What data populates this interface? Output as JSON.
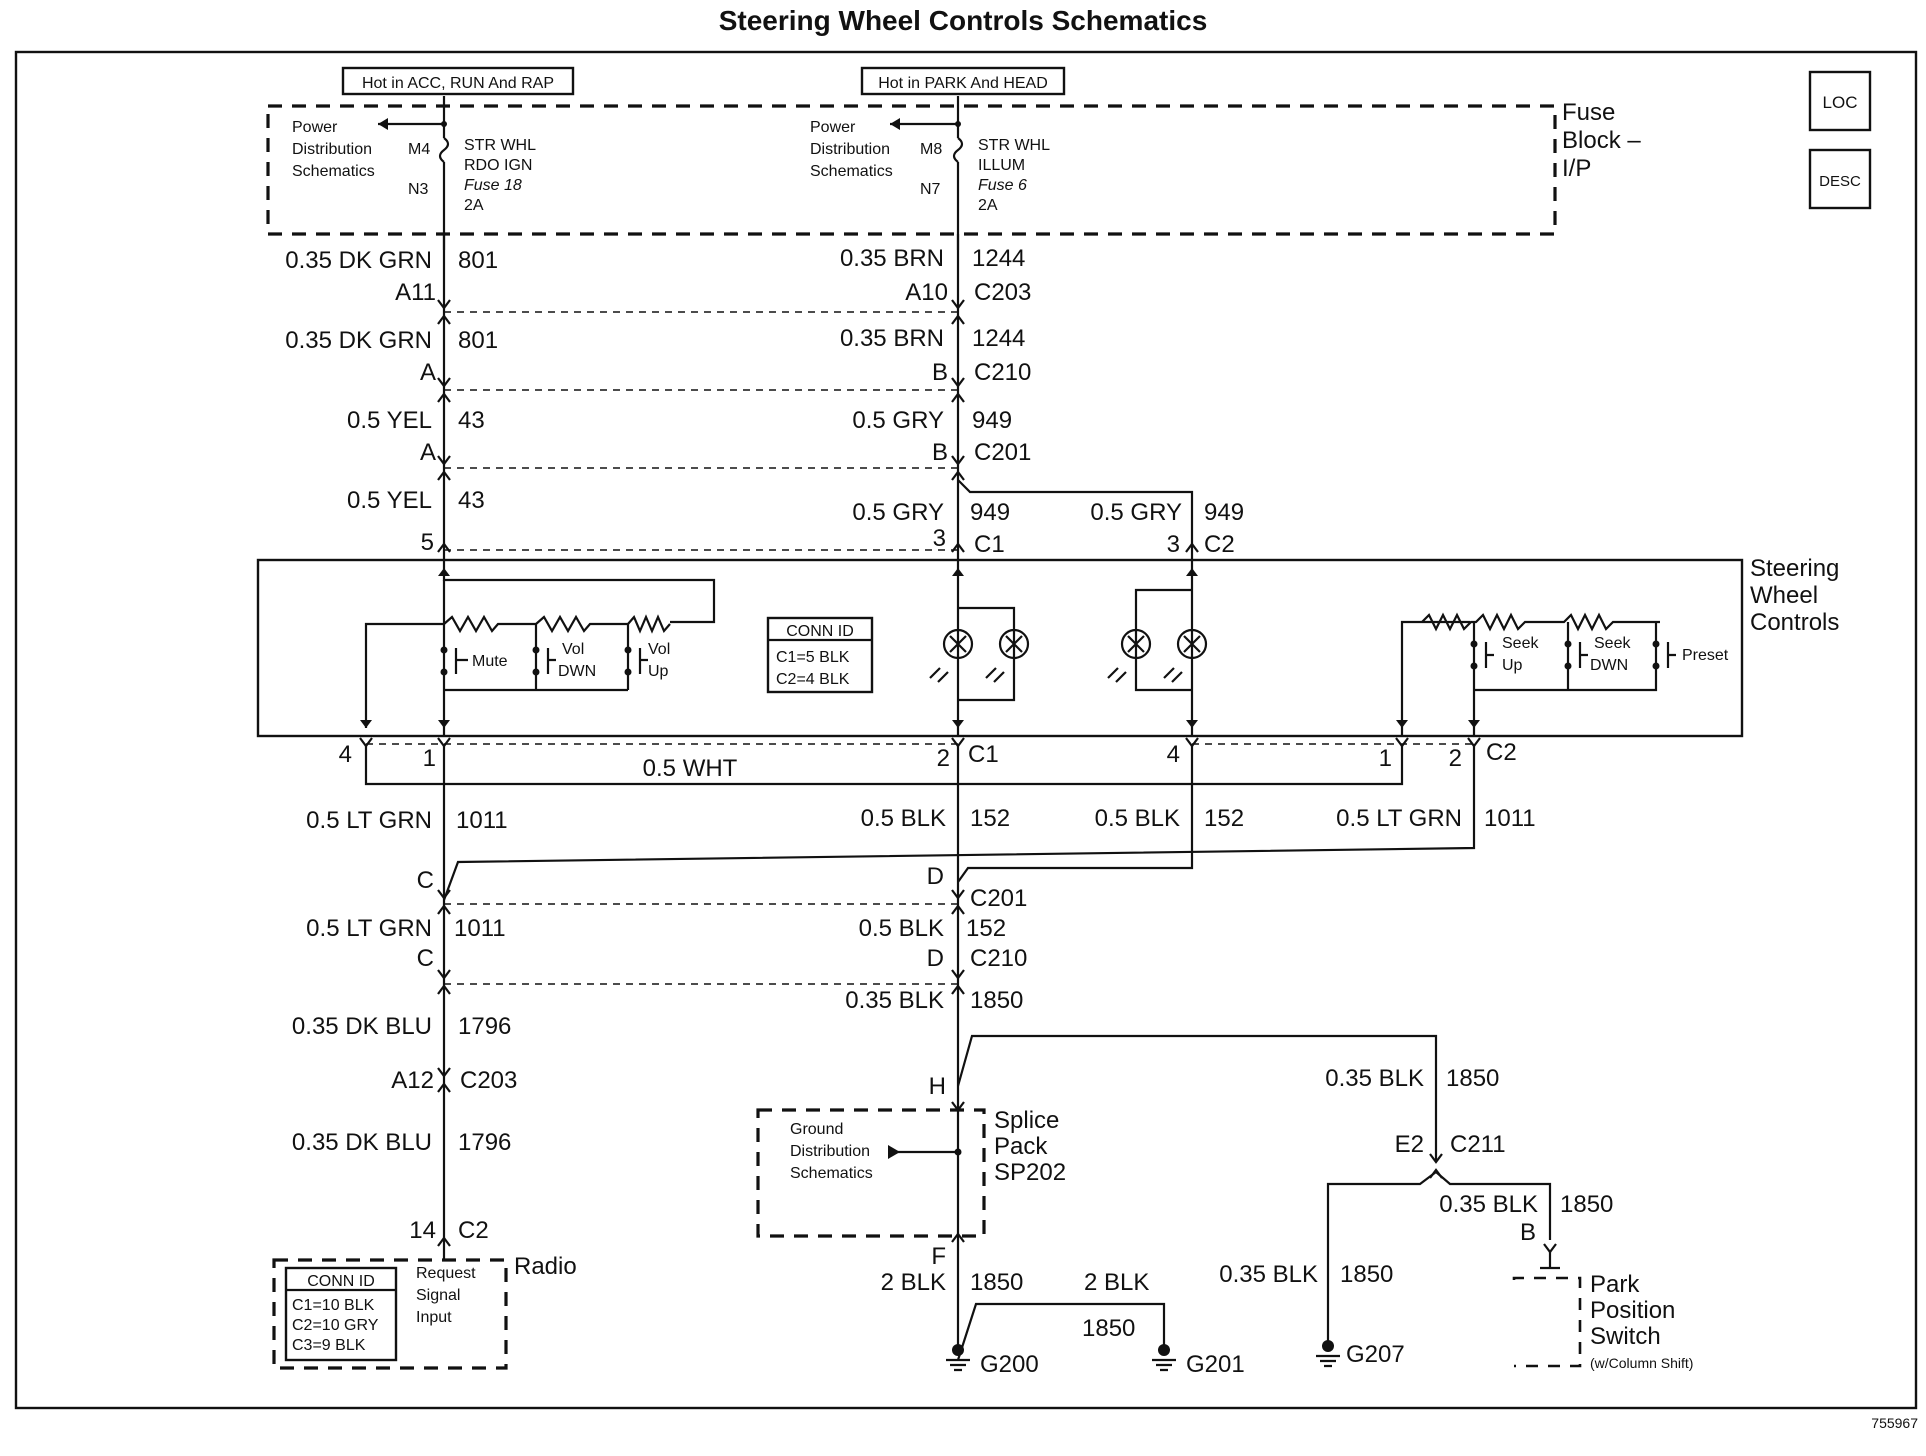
{
  "title": "Steering Wheel Controls Schematics",
  "figure_id": "755967",
  "icons": {
    "loc": "LOC",
    "desc": "DESC"
  },
  "hot_labels": {
    "left": "Hot in ACC, RUN And RAP",
    "right": "Hot in PARK And HEAD"
  },
  "fuse_block": {
    "line1": "Fuse",
    "line2": "Block –",
    "line3": "I/P",
    "left": {
      "pds1": "Power",
      "pds2": "Distribution",
      "pds3": "Schematics",
      "pin_top": "M4",
      "pin_bot": "N3",
      "n1": "STR WHL",
      "n2": "RDO IGN",
      "n3": "Fuse 18",
      "n4": "2A"
    },
    "right": {
      "pds1": "Power",
      "pds2": "Distribution",
      "pds3": "Schematics",
      "pin_top": "M8",
      "pin_bot": "N7",
      "n1": "STR WHL",
      "n2": "ILLUM",
      "n3": "Fuse 6",
      "n4": "2A"
    }
  },
  "wires_left": {
    "w1": "0.35 DK GRN",
    "c1": "801",
    "p1": "A11",
    "w2": "0.35 DK GRN",
    "c2": "801",
    "p2": "A",
    "w3": "0.5 YEL",
    "c3": "43",
    "p3": "A",
    "w4": "0.5 YEL",
    "c4": "43",
    "p4": "5"
  },
  "wires_mid": {
    "w1": "0.35 BRN",
    "c1": "1244",
    "p1": "A10",
    "k1": "C203",
    "w2": "0.35 BRN",
    "c2": "1244",
    "p2": "B",
    "k2": "C210",
    "w3": "0.5 GRY",
    "c3": "949",
    "p3": "B",
    "k3": "C201",
    "w4": "0.5 GRY",
    "c4": "949",
    "p4": "3",
    "k4": "C1",
    "w5": "0.5 GRY",
    "c5": "949",
    "p5": "3",
    "k5": "C2"
  },
  "controls": {
    "label1": "Steering",
    "label2": "Wheel",
    "label3": "Controls",
    "mute": "Mute",
    "vol_dwn1": "Vol",
    "vol_dwn2": "DWN",
    "vol_up1": "Vol",
    "vol_up2": "Up",
    "seek_up1": "Seek",
    "seek_up2": "Up",
    "seek_dwn1": "Seek",
    "seek_dwn2": "DWN",
    "preset": "Preset",
    "conn_id": "CONN ID",
    "conn1": "C1=5 BLK",
    "conn2": "C2=4 BLK"
  },
  "lower_pins": {
    "p4": "4",
    "p1": "1",
    "p2": "2",
    "c1": "C1",
    "p4b": "4",
    "p1b": "1",
    "p2b": "2",
    "c2": "C2",
    "wht": "0.5 WHT"
  },
  "lower": {
    "lgrn1": "0.5 LT GRN",
    "lgrn1c": "1011",
    "blk1": "0.5 BLK",
    "blk1c": "152",
    "blk2": "0.5 BLK",
    "blk2c": "152",
    "lgrn2": "0.5 LT GRN",
    "lgrn2c": "1011",
    "pc": "C",
    "pd": "D",
    "c201": "C201",
    "lgrn3": "0.5 LT GRN",
    "lgrn3c": "1011",
    "blk3": "0.5 BLK",
    "blk3c": "152",
    "pc2": "C",
    "pd2": "D",
    "c210": "C210",
    "blk4": "0.35 BLK",
    "blk4c": "1850",
    "dkblu1": "0.35 DK BLU",
    "dkblu1c": "1796",
    "a12": "A12",
    "c203": "C203",
    "dkblu2": "0.35 DK BLU",
    "dkblu2c": "1796",
    "p14": "14",
    "c2": "C2",
    "radio": "Radio",
    "rq1": "Request",
    "rq2": "Signal",
    "rq3": "Input",
    "rconn": "CONN ID",
    "rc1": "C1=10 BLK",
    "rc2": "C2=10 GRY",
    "rc3": "C3=9 BLK"
  },
  "splice": {
    "h": "H",
    "f": "F",
    "l1": "Splice",
    "l2": "Pack",
    "l3": "SP202",
    "g1": "Ground",
    "g2": "Distribution",
    "g3": "Schematics"
  },
  "ground": {
    "blk2a": "2 BLK",
    "blk2ac": "1850",
    "blk2b": "2 BLK",
    "blk2bc": "1850",
    "g200": "G200",
    "g201": "G201",
    "r1": "0.35 BLK",
    "r1c": "1850",
    "e2": "E2",
    "c211": "C211",
    "r2": "0.35 BLK",
    "r2c": "1850",
    "b": "B",
    "r3": "0.35 BLK",
    "r3c": "1850",
    "g207": "G207",
    "pps1": "Park",
    "pps2": "Position",
    "pps3": "Switch",
    "pps4": "(w/Column Shift)"
  }
}
